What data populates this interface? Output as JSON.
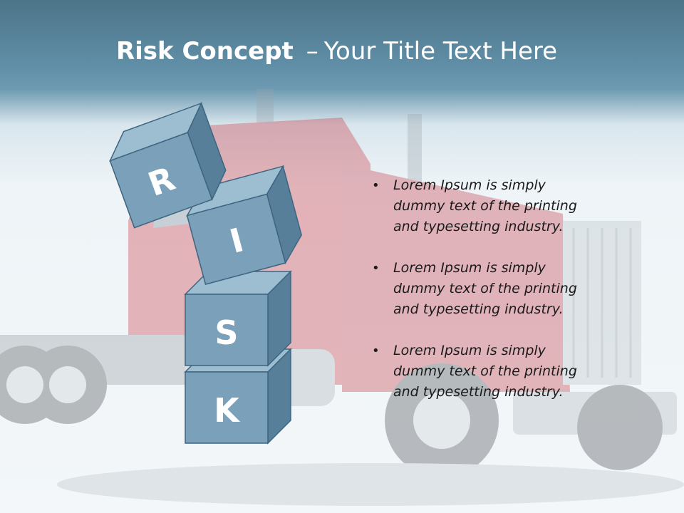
{
  "slide": {
    "title_bold": "Risk Concept",
    "title_separator": "–",
    "title_rest": "Your Title Text Here"
  },
  "cubes": {
    "letters": [
      "R",
      "I",
      "S",
      "K"
    ],
    "colors": {
      "front": "#7aa0ba",
      "top": "#9dbdd1",
      "side": "#587f99",
      "edge": "#3e6580"
    }
  },
  "bullets": {
    "marker": "•",
    "items": [
      "Lorem Ipsum is simply dummy text of the printing and typesetting industry.",
      "Lorem Ipsum is simply dummy text of the printing and typesetting industry.",
      "Lorem Ipsum is simply dummy text of the printing and typesetting industry."
    ]
  },
  "background": {
    "image": "truck-photo",
    "header_color": "#5f8ea6",
    "truck_color": "#c8303c"
  }
}
